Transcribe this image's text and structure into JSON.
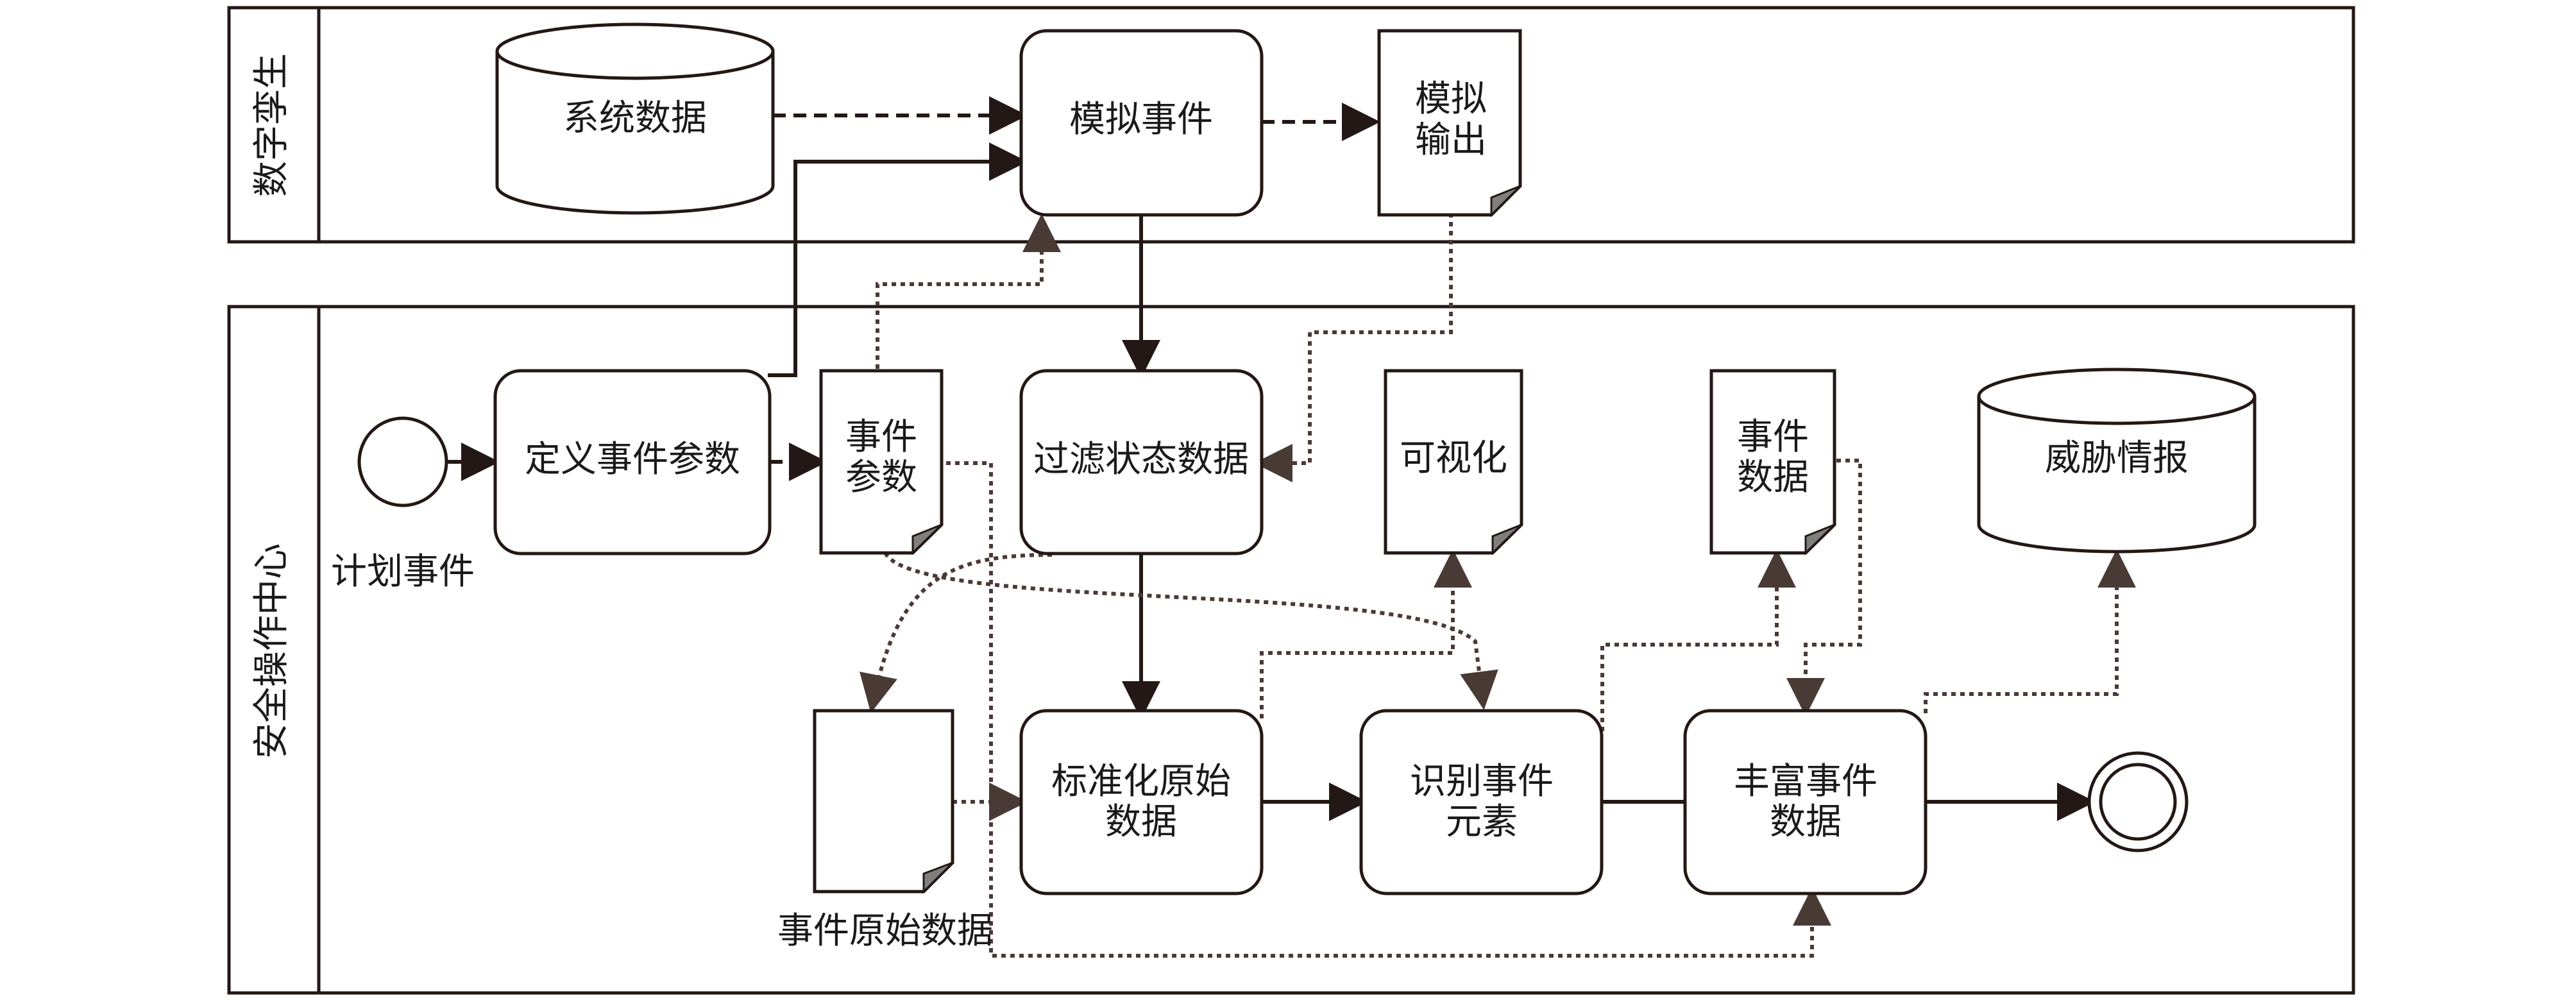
{
  "lanes": {
    "top": "数字孪生",
    "bottom": "安全操作中心"
  },
  "nodes": {
    "system_data": "系统数据",
    "simulate_event": "模拟事件",
    "simulated_output": [
      "模拟",
      "输出"
    ],
    "plan_event": "计划事件",
    "define_params": "定义事件参数",
    "event_params": [
      "事件",
      "参数"
    ],
    "filter_state": "过滤状态数据",
    "visualize": "可视化",
    "event_data": [
      "事件",
      "数据"
    ],
    "threat_intel": "威胁情报",
    "raw_event_data": "事件原始数据",
    "normalize_raw": [
      "标准化原始",
      "数据"
    ],
    "identify_elements": [
      "识别事件",
      "元素"
    ],
    "enrich_data": [
      "丰富事件",
      "数据"
    ]
  }
}
